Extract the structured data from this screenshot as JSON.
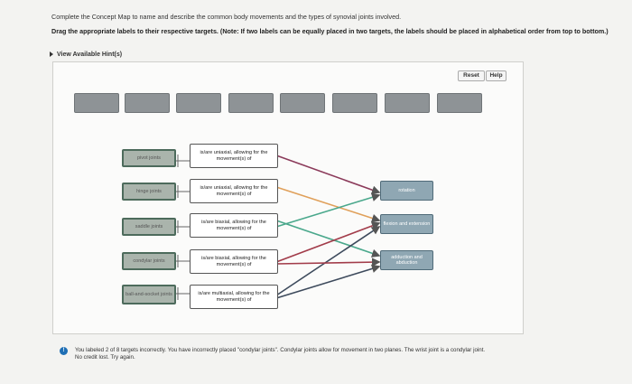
{
  "instructions": {
    "line1": "Complete the Concept Map to name and describe the common body movements and the types of synovial joints involved.",
    "line2": "Drag the appropriate labels to their respective targets. (Note: If two labels can be equally placed in two targets, the labels should be placed in alphabetical order from top to bottom.)"
  },
  "hints_label": "View Available Hint(s)",
  "toolbar": {
    "reset": "Reset",
    "help": "Help"
  },
  "label_bank_slots": 8,
  "joint_tags": [
    "pivot joints",
    "hinge joints",
    "saddle joints",
    "condylar joints",
    "ball-and-socket joints"
  ],
  "descriptions": [
    "is/are uniaxial, allowing for the movement(s) of",
    "is/are uniaxial, allowing for the movement(s) of",
    "is/are biaxial, allowing for the movement(s) of",
    "is/are biaxial, allowing for the movement(s) of",
    "is/are multiaxial, allowing for the movement(s) of"
  ],
  "targets": [
    "rotation",
    "flexion and extension",
    "adduction and abduction"
  ],
  "connector_colors": [
    "#8b3a5a",
    "#e0a05a",
    "#4aa88c",
    "#a23c4a",
    "#3d4a5c"
  ],
  "feedback": {
    "line1": "You labeled 2 of 8 targets incorrectly. You have incorrectly placed \"condylar joints\". Condylar joints allow for movement in two planes. The wrist joint is a condylar joint.",
    "line2": "No credit lost. Try again."
  }
}
